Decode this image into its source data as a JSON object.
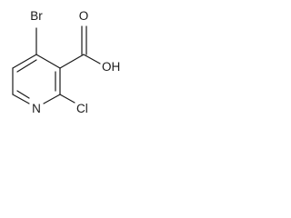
{
  "molecule": {
    "atoms": {
      "bromine": "Br",
      "hydroxyl": "OH",
      "carbonyl_oxygen": "O",
      "nitrogen": "N",
      "chlorine": "Cl"
    }
  }
}
